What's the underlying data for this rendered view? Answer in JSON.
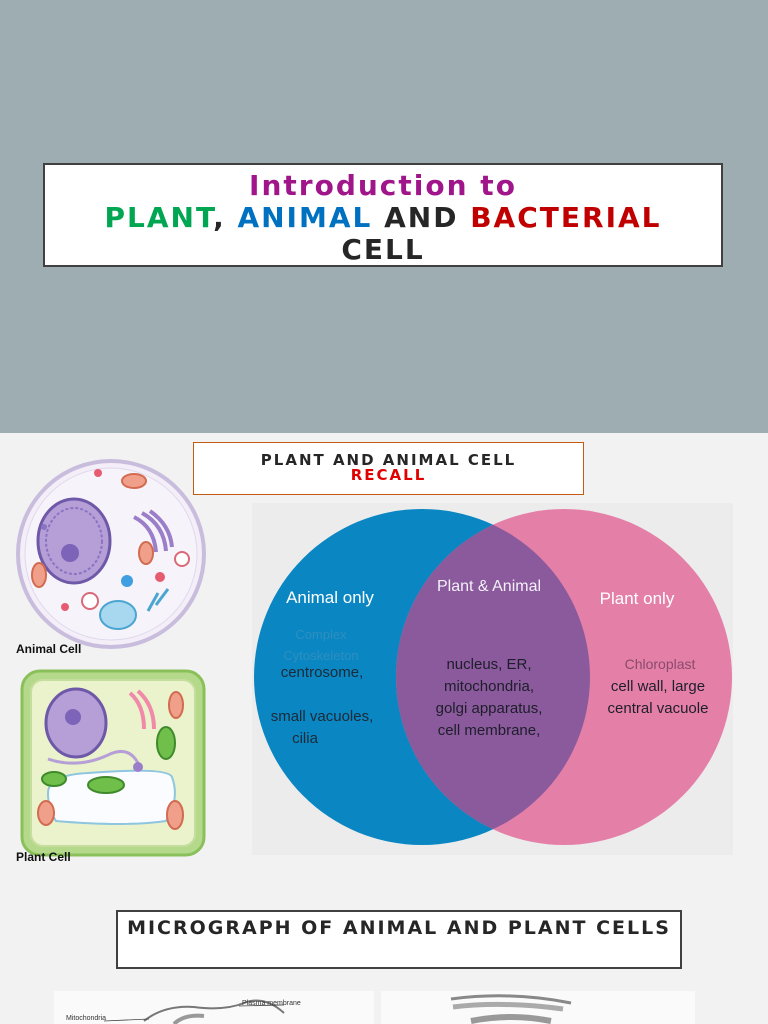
{
  "slide1": {
    "title_line1": "Introduction to",
    "title_plant": "PLANT",
    "title_comma": ",",
    "title_animal": "ANIMAL",
    "title_and": "AND",
    "title_bacterial": "BACTERIAL",
    "title_line3": "CELL",
    "colors": {
      "background": "#9dadb2",
      "line1": "#a0168a",
      "plant": "#00a651",
      "animal": "#0070c0",
      "bacterial": "#c00000"
    }
  },
  "slide2": {
    "heading": "PLANT AND ANIMAL CELL",
    "subheading": "RECALL",
    "animal_cell_label": "Animal Cell",
    "plant_cell_label": "Plant Cell",
    "venn": {
      "left_title": "Animal only",
      "center_title": "Plant & Animal",
      "right_title": "Plant only",
      "left_faded": [
        "Complex",
        "Cytoskeleton"
      ],
      "left_items": [
        "centrosome,",
        "small vacuoles,",
        "cilia"
      ],
      "center_items": [
        "nucleus, ER,",
        "mitochondria,",
        "golgi apparatus,",
        "cell membrane,"
      ],
      "right_faded": "Chloroplast",
      "right_items": [
        "cell wall, large",
        "central vacuole"
      ],
      "colors": {
        "left": "#0a86c2",
        "right": "#e480a8",
        "overlap": "#8a5a9c"
      }
    },
    "micrograph_heading": "MICROGRAPH OF ANIMAL AND PLANT CELLS",
    "micro_labels": {
      "plasma": "Plasma membrane",
      "mito": "Mitochondria"
    }
  }
}
